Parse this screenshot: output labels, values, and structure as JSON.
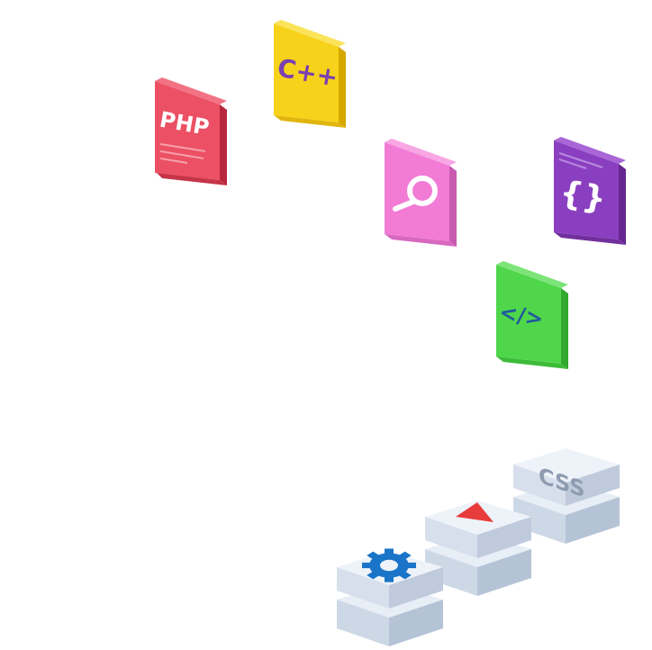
{
  "tiles": {
    "php": {
      "label": "PHP",
      "icon": "php-icon",
      "color": "#e84a5f"
    },
    "cpp": {
      "label": "C++",
      "icon": "cpp-icon",
      "color": "#f7d21a"
    },
    "search": {
      "icon": "search-icon",
      "color": "#f27bd6"
    },
    "braces": {
      "label": "{}",
      "icon": "curly-braces-icon",
      "color": "#8a3fc0"
    },
    "code": {
      "label": "</>",
      "icon": "code-tag-icon",
      "color": "#4fd64a"
    }
  },
  "blocks": {
    "css": {
      "label": "CSS",
      "icon": "css-icon",
      "color": "#8e9bb0"
    },
    "play": {
      "icon": "play-triangle-icon",
      "color": "#e83b3b"
    },
    "gear": {
      "icon": "gear-icon",
      "color": "#1a74c8"
    }
  }
}
